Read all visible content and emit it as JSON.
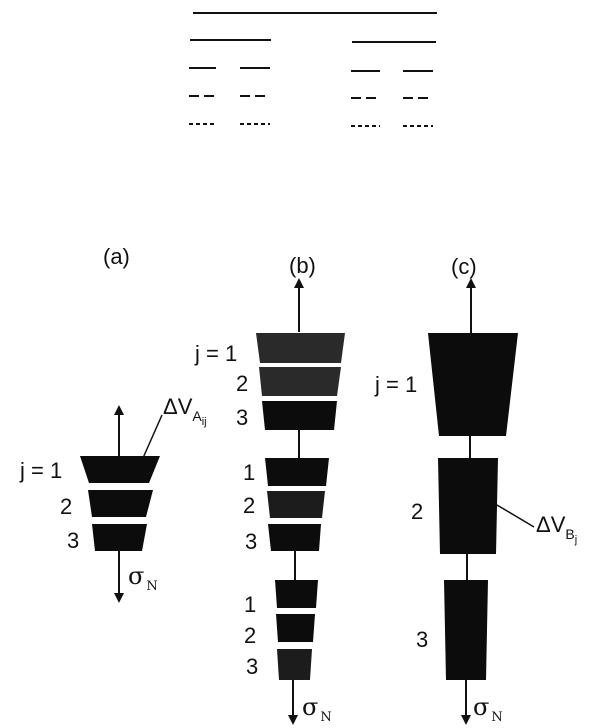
{
  "colors": {
    "ink": "#111111",
    "block_dark": "#0c0c0c",
    "block_speckled": "#2a2a2a",
    "background": "#ffffff"
  },
  "panels": {
    "a": {
      "label": "(a)",
      "row_labels": [
        "j = 1",
        "2",
        "3"
      ],
      "bottom_label": "σ",
      "bottom_subscript": "N",
      "callout": {
        "text": "ΔV",
        "subscript": "A",
        "subsubscript": "ij"
      }
    },
    "b": {
      "label": "(b)",
      "groups": [
        {
          "row_labels": [
            "j = 1",
            "2",
            "3"
          ]
        },
        {
          "row_labels": [
            "1",
            "2",
            "3"
          ]
        },
        {
          "row_labels": [
            "1",
            "2",
            "3"
          ]
        }
      ],
      "bottom_label": "σ",
      "bottom_subscript": "N"
    },
    "c": {
      "label": "(c)",
      "row_labels": [
        "j = 1",
        "2",
        "3"
      ],
      "bottom_label": "σ",
      "bottom_subscript": "N",
      "callout": {
        "text": "ΔV",
        "subscript": "B",
        "subsubscript": "j"
      }
    }
  }
}
